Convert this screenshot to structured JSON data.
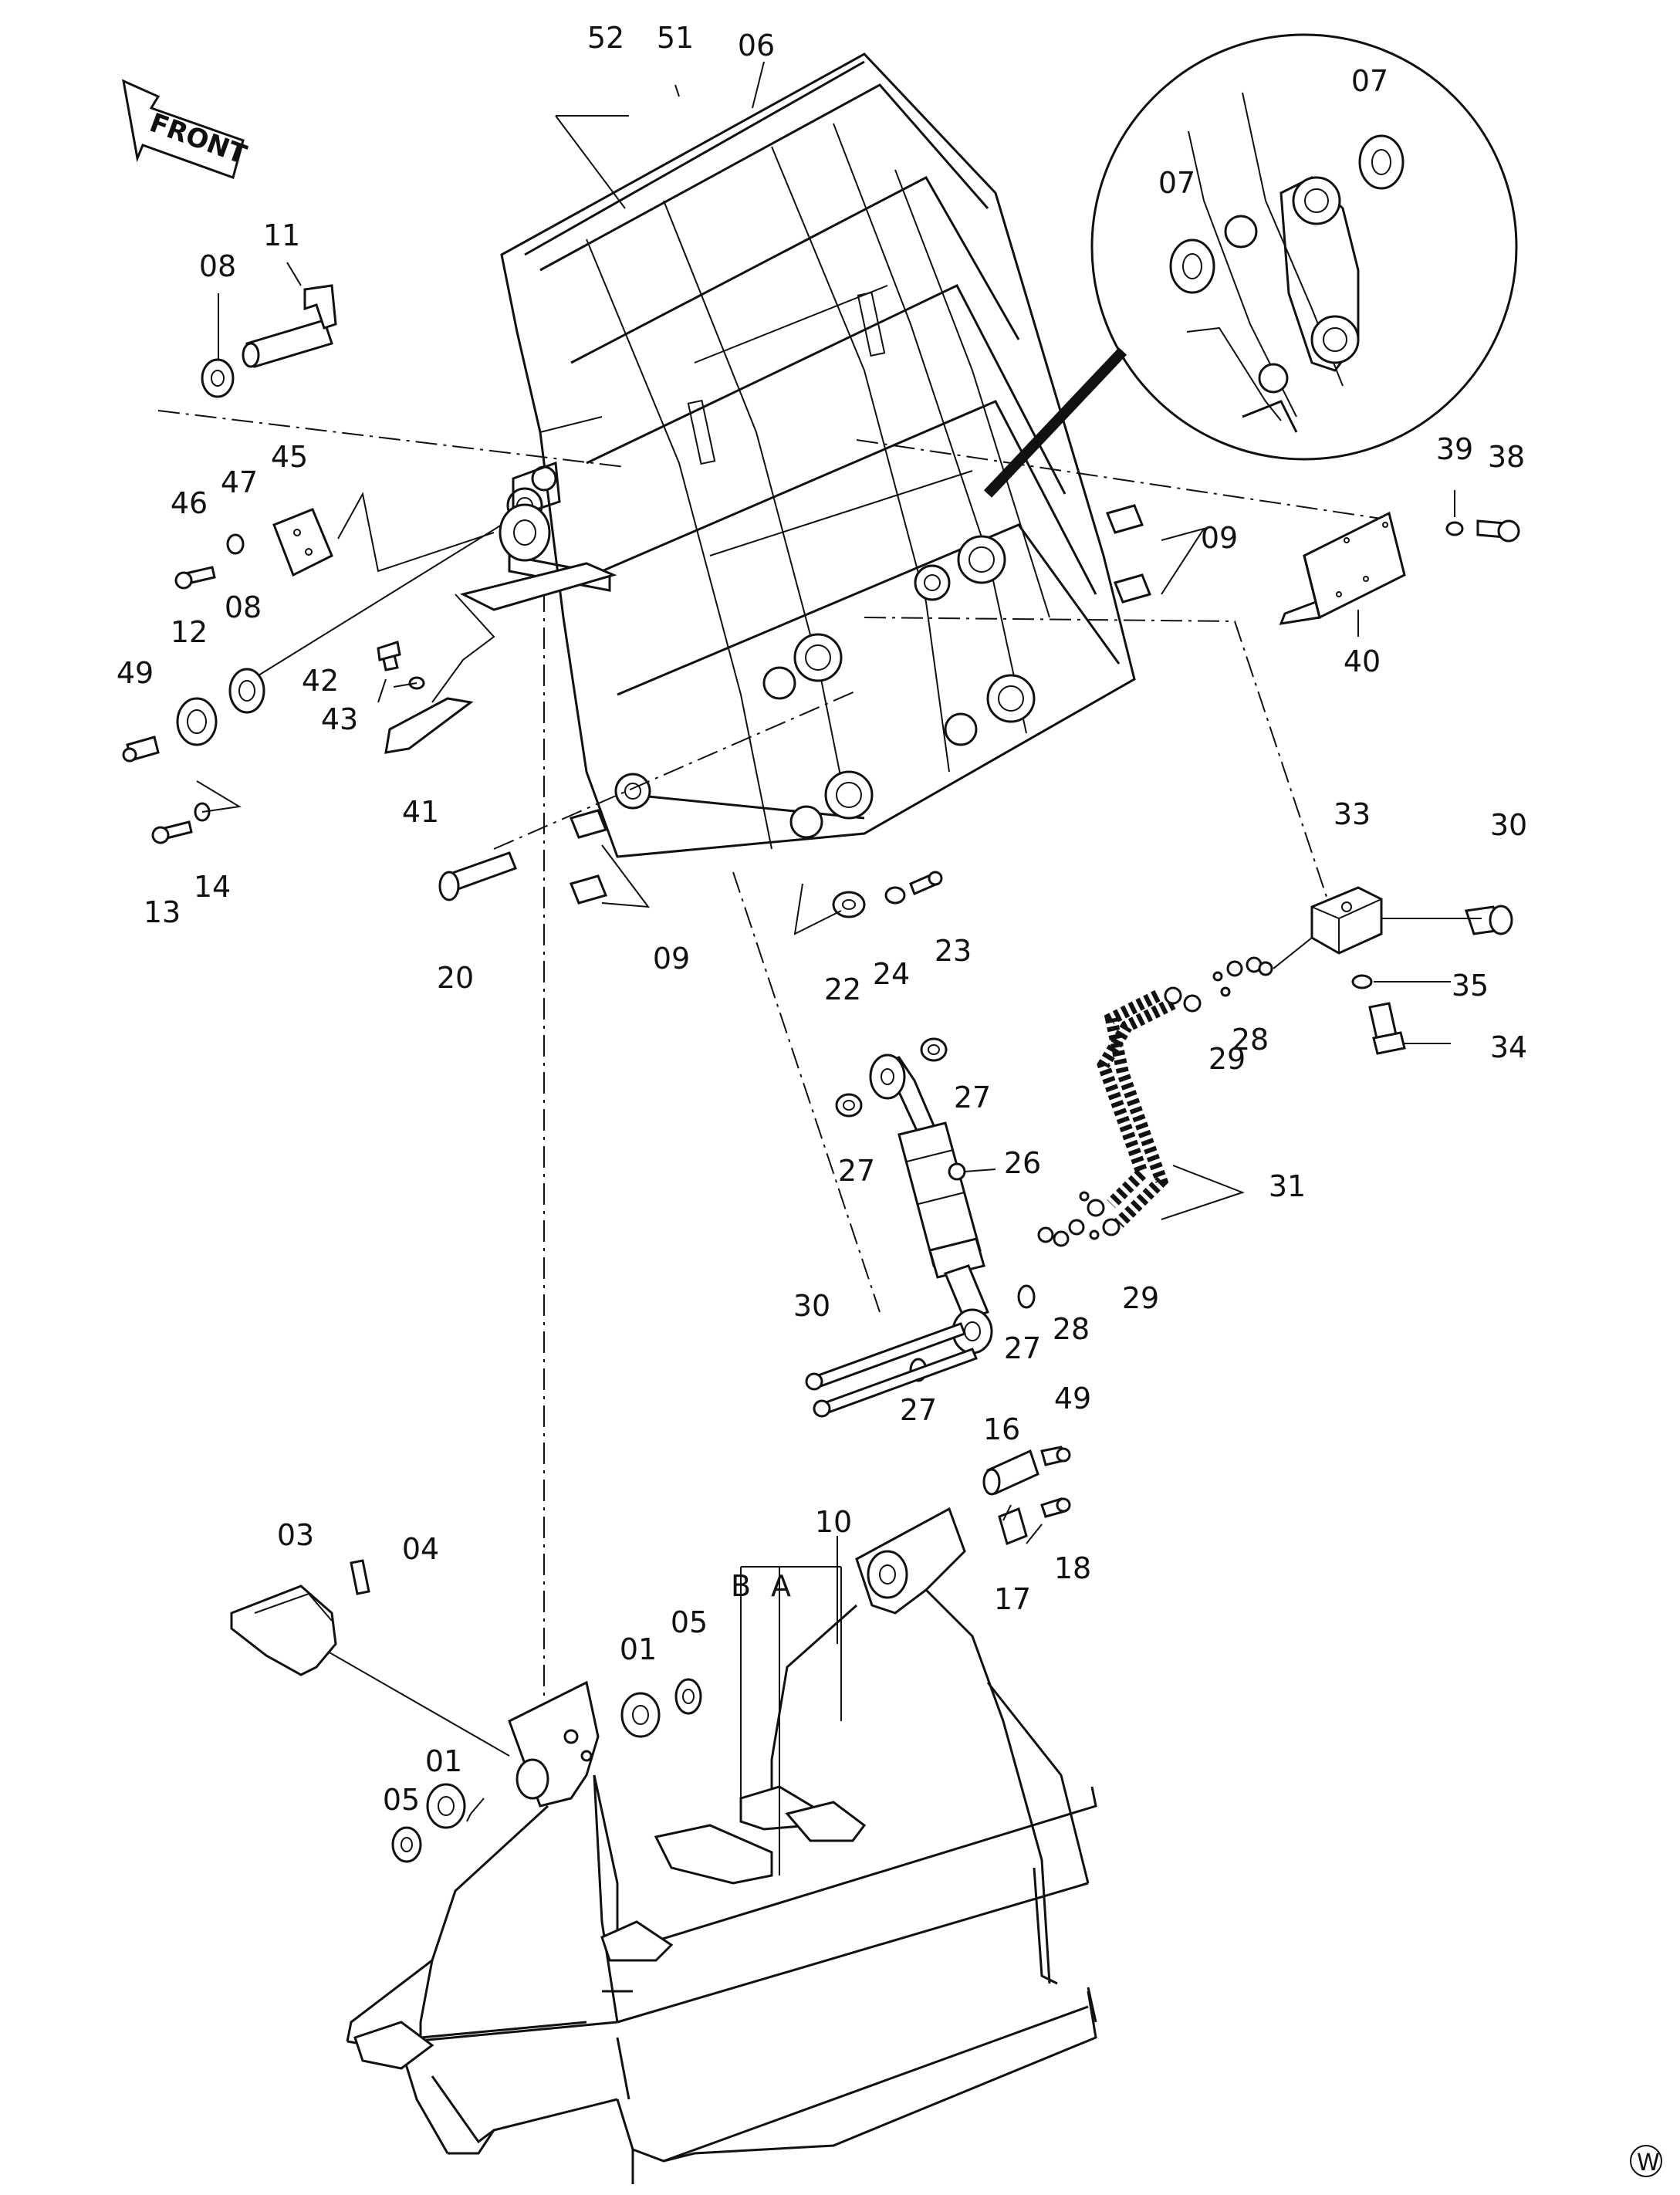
{
  "direction_label": "FRONT",
  "corner_mark": "W",
  "callouts": [
    "52",
    "51",
    "06",
    "07",
    "07",
    "11",
    "08",
    "47",
    "45",
    "46",
    "08",
    "12",
    "49",
    "42",
    "43",
    "41",
    "13",
    "14",
    "20",
    "09",
    "09",
    "39",
    "38",
    "40",
    "33",
    "30",
    "35",
    "34",
    "22",
    "24",
    "23",
    "27",
    "27",
    "26",
    "28",
    "29",
    "29",
    "28",
    "31",
    "30",
    "27",
    "27",
    "49",
    "16",
    "18",
    "17",
    "03",
    "04",
    "10",
    "B",
    "A",
    "01",
    "05",
    "05",
    "01"
  ],
  "colors": {
    "line": "#111111",
    "background": "#ffffff"
  }
}
